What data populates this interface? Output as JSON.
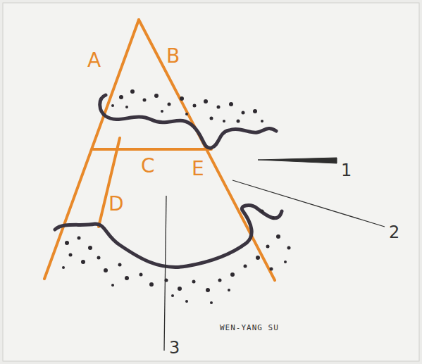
{
  "diagram": {
    "labels": [
      "A",
      "B",
      "C",
      "D",
      "E",
      "1",
      "2",
      "3",
      "WEN-YANG SU"
    ]
  }
}
